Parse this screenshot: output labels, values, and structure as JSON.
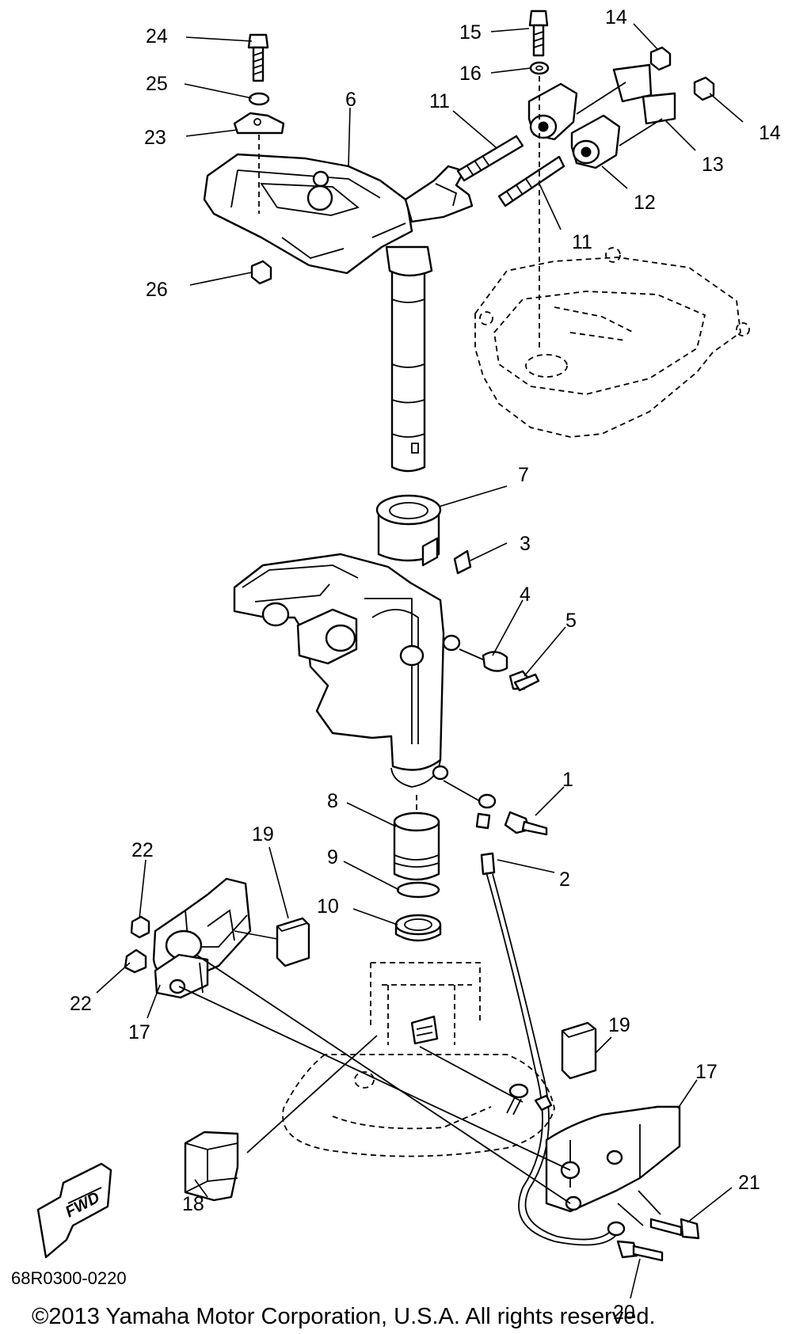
{
  "drawing_code": "68R0300-0220",
  "copyright": "©2013 Yamaha Motor Corporation, U.S.A. All rights reserved.",
  "fwd_label": "FWD",
  "callouts": [
    "1",
    "2",
    "3",
    "4",
    "5",
    "6",
    "7",
    "8",
    "9",
    "10",
    "11",
    "11",
    "12",
    "13",
    "14",
    "14",
    "15",
    "16",
    "17",
    "17",
    "18",
    "19",
    "19",
    "20",
    "21",
    "22",
    "22",
    "23",
    "24",
    "25",
    "26"
  ]
}
